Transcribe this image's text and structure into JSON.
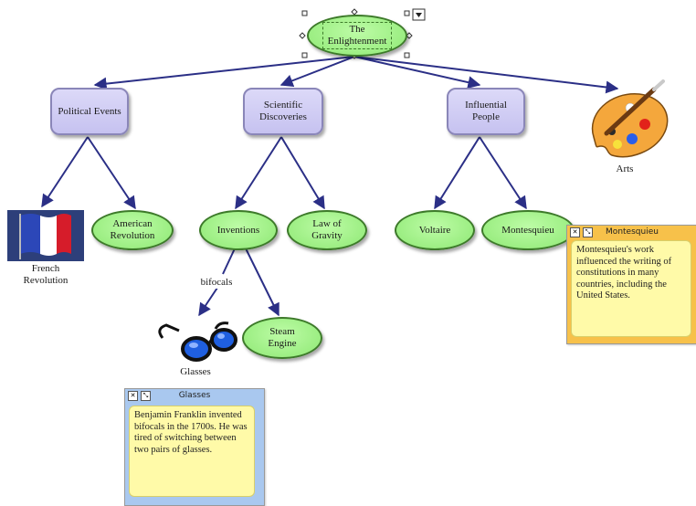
{
  "nodes": {
    "enlightenment": "The Enlightenment",
    "political_events": "Political Events",
    "scientific_discoveries": "Scientific Discoveries",
    "influential_people": "Influential People",
    "arts": "Arts",
    "french_revolution": "French Revolution",
    "american_revolution": "American Revolution",
    "inventions": "Inventions",
    "law_of_gravity": "Law of Gravity",
    "voltaire": "Voltaire",
    "montesquieu": "Montesquieu",
    "glasses": "Glasses",
    "steam_engine": "Steam Engine"
  },
  "links": {
    "bifocals": "bifocals"
  },
  "notes": {
    "montesquieu": {
      "title": "Montesquieu",
      "body": "Montesquieu's work influenced the writing of constitutions in many countries, including the United States.",
      "frame_color": "#f7c14a"
    },
    "glasses": {
      "title": "Glasses",
      "body": "Benjamin Franklin invented bifocals in the 1700s. He was tired of switching between two pairs of glasses.",
      "frame_color": "#a9c8ef"
    }
  },
  "colors": {
    "rect_fill": "#cfcbf5",
    "oval_fill": "#a8f58e",
    "link": "#2b2f86"
  }
}
